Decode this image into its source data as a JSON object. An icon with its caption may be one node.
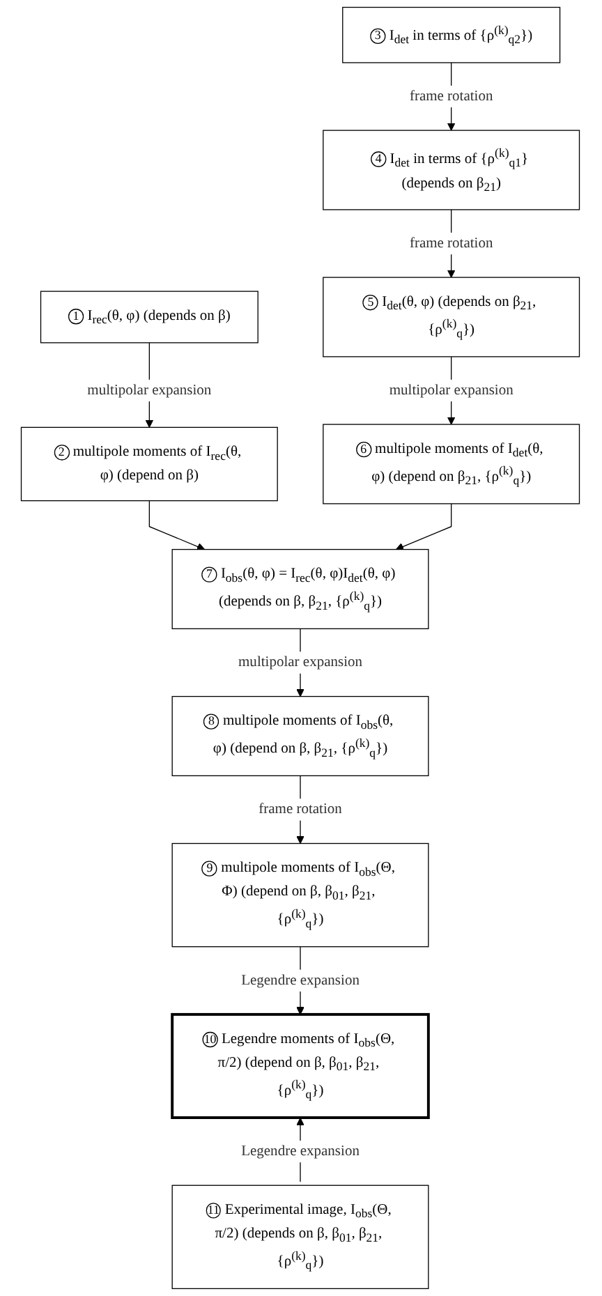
{
  "diagram": {
    "nodes": [
      {
        "text": [
          "1",
          "I$_{rec}$(θ, φ) (depends on β)"
        ]
      },
      {
        "text": [
          "2",
          "multipole moments of I$_{rec}$(θ, φ) (depend on β)"
        ]
      },
      {
        "text": [
          "3",
          "I$_{det}$ in terms of {ρ$^{(k)}$$_{q2}$})"
        ]
      },
      {
        "text": [
          "4",
          "I$_{det}$ in terms of {ρ$^{(k)}$$_{q1}$} (depends on β$_{21}$)"
        ]
      },
      {
        "text": [
          "5",
          "I$_{det}$(θ, φ) (depends on β$_{21}$, {ρ$^{(k)}$$_{q}$})"
        ]
      },
      {
        "text": [
          "6",
          "multipole moments of I$_{det}$(θ, φ) (depend on β$_{21}$, {ρ$^{(k)}$$_{q}$})"
        ]
      },
      {
        "text": [
          "7",
          "I$_{obs}$(θ, φ) = I$_{rec}$(θ, φ)I$_{det}$(θ, φ) (depends on β, β$_{21}$, {ρ$^{(k)}$$_{q}$})"
        ]
      },
      {
        "text": [
          "8",
          "multipole moments of I$_{obs}$(θ, φ) (depend on β, β$_{21}$, {ρ$^{(k)}$$_{q}$})"
        ]
      },
      {
        "text": [
          "9",
          "multipole moments of I$_{obs}$(Θ, Φ) (depend on β, β$_{01}$, β$_{21}$, {ρ$^{(k)}$$_{q}$})"
        ]
      },
      {
        "text": [
          "10",
          "Legendre moments of I$_{obs}$(Θ, π/2) (depend on β, β$_{01}$, β$_{21}$, {ρ$^{(k)}$$_{q}$})"
        ]
      },
      {
        "text": [
          "11",
          "Experimental image, I$_{obs}$(Θ, π/2) (depends on β, β$_{01}$, β$_{21}$, {ρ$^{(k)}$$_{q}$})"
        ]
      }
    ],
    "edges": [
      {
        "from": 0,
        "to": 1,
        "arrow": "to",
        "label": "multipolar expansion"
      },
      {
        "from": 2,
        "to": 3,
        "arrow": "to",
        "label": "frame rotation"
      },
      {
        "from": 3,
        "to": 4,
        "arrow": "to",
        "label": "frame rotation"
      },
      {
        "from": 4,
        "to": 5,
        "arrow": "to",
        "label": "multipolar expansion"
      },
      {
        "from": 1,
        "to": 6,
        "arrow": "to"
      },
      {
        "from": 5,
        "to": 6,
        "arrow": "to"
      },
      {
        "from": 6,
        "to": 7,
        "arrow": "to",
        "label": "multipolar expansion"
      },
      {
        "from": 7,
        "to": 8,
        "arrow": "to",
        "label": "frame rotation"
      },
      {
        "from": 8,
        "to": 9,
        "arrow": "to",
        "label": "Legendre expansion"
      },
      {
        "from": 10,
        "to": 9,
        "arrow": "to",
        "label": "Legendre expansion"
      }
    ]
  }
}
